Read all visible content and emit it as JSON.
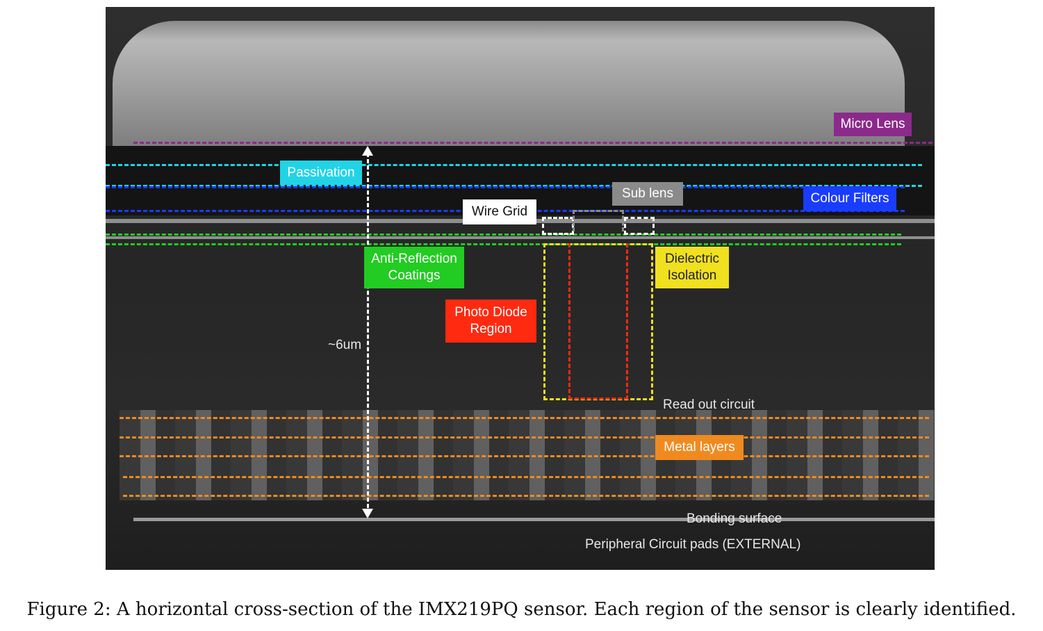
{
  "figure": {
    "labels": {
      "micro_lens": "Micro Lens",
      "passivation": "Passivation",
      "sub_lens": "Sub lens",
      "colour_filters": "Colour Filters",
      "wire_grid": "Wire Grid",
      "anti_reflection": "Anti-Reflection\nCoatings",
      "dielectric_isolation": "Dielectric\nIsolation",
      "photo_diode": "Photo Diode\nRegion",
      "thickness": "~6um",
      "read_out": "Read out circuit",
      "metal_layers": "Metal layers",
      "bonding_surface": "Bonding surface",
      "peripheral_pads": "Peripheral Circuit pads (EXTERNAL)"
    },
    "colors": {
      "micro_lens": "#8b2a8b",
      "passivation": "#22d3e6",
      "sub_lens": "#8a8a8a",
      "colour_filters": "#1a3cff",
      "wire_grid": "#ffffff",
      "anti_reflection": "#22cc22",
      "dielectric_isolation": "#f0e020",
      "photo_diode": "#ff2a10",
      "metal_layers": "#f08a20"
    }
  },
  "caption": "Figure 2: A horizontal cross-section of the IMX219PQ sensor. Each region of the sensor is clearly identified."
}
